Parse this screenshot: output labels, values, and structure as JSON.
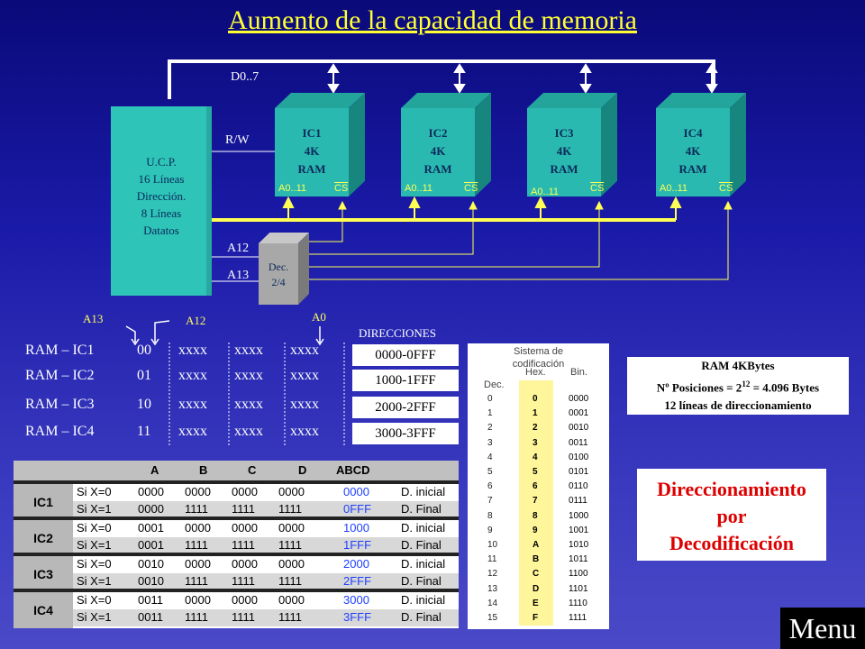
{
  "title": "Aumento  de la capacidad de memoria",
  "bus": {
    "data": "D0..7",
    "rw": "R/W",
    "a12": "A12",
    "a13": "A13"
  },
  "cpu": {
    "lines": [
      "U.C.P.",
      "16 Líneas",
      "Dirección.",
      "8 Líneas",
      "Datatos"
    ]
  },
  "rams": [
    {
      "id": "IC1",
      "size": "4K",
      "type": "RAM",
      "addr": "A0..11",
      "cs": "CS"
    },
    {
      "id": "IC2",
      "size": "4K",
      "type": "RAM",
      "addr": "A0..11",
      "cs": "CS"
    },
    {
      "id": "IC3",
      "size": "4K",
      "type": "RAM",
      "addr": "A0..11",
      "cs": "CS"
    },
    {
      "id": "IC4",
      "size": "4K",
      "type": "RAM",
      "addr": "A0..11",
      "cs": "CS"
    }
  ],
  "decoder": {
    "line1": "Dec.",
    "line2": "2/4"
  },
  "addr_labels": {
    "a13": "A13",
    "a12": "A12",
    "a0": "A0",
    "direcciones": "DIRECCIONES"
  },
  "addr_rows": [
    {
      "name": "RAM – IC1",
      "bits": "00",
      "x1": "xxxx",
      "x2": "xxxx",
      "x3": "xxxx",
      "range": "0000-0FFF"
    },
    {
      "name": "RAM – IC2",
      "bits": "01",
      "x1": "xxxx",
      "x2": "xxxx",
      "x3": "xxxx",
      "range": "1000-1FFF"
    },
    {
      "name": "RAM – IC3",
      "bits": "10",
      "x1": "xxxx",
      "x2": "xxxx",
      "x3": "xxxx",
      "range": "2000-2FFF"
    },
    {
      "name": "RAM – IC4",
      "bits": "11",
      "x1": "xxxx",
      "x2": "xxxx",
      "x3": "xxxx",
      "range": "3000-3FFF"
    }
  ],
  "sistema": {
    "title1": "Sistema de",
    "title2": "codificación",
    "cols": [
      "Dec.",
      "Hex.",
      "Bin."
    ],
    "rows": [
      [
        "0",
        "0",
        "0000"
      ],
      [
        "1",
        "1",
        "0001"
      ],
      [
        "2",
        "2",
        "0010"
      ],
      [
        "3",
        "3",
        "0011"
      ],
      [
        "4",
        "4",
        "0100"
      ],
      [
        "5",
        "5",
        "0101"
      ],
      [
        "6",
        "6",
        "0110"
      ],
      [
        "7",
        "7",
        "0111"
      ],
      [
        "8",
        "8",
        "1000"
      ],
      [
        "9",
        "9",
        "1001"
      ],
      [
        "10",
        "A",
        "1010"
      ],
      [
        "11",
        "B",
        "1011"
      ],
      [
        "12",
        "C",
        "1100"
      ],
      [
        "13",
        "D",
        "1101"
      ],
      [
        "14",
        "E",
        "1110"
      ],
      [
        "15",
        "F",
        "1111"
      ]
    ]
  },
  "info": {
    "line1": "RAM 4KBytes",
    "line2_pre": "Nº Posiciones = 2",
    "line2_sup": "12",
    "line2_post": " = 4.096 Bytes",
    "line3": "12 líneas de direccionamiento"
  },
  "red_box": {
    "line1": "Direccionamiento",
    "line2": "por",
    "line3": "Decodificación"
  },
  "menu": "Menu",
  "code_table": {
    "headers": [
      "A",
      "B",
      "C",
      "D",
      "ABCD"
    ],
    "groups": [
      {
        "name": "IC1",
        "rows": [
          {
            "sel": "Si X=0",
            "a": "0000",
            "b": "0000",
            "c": "0000",
            "d": "0000",
            "abcd": "0000",
            "desc": "D. inicial"
          },
          {
            "sel": "Si X=1",
            "a": "0000",
            "b": "1111",
            "c": "1111",
            "d": "1111",
            "abcd": "0FFF",
            "desc": "D. Final"
          }
        ]
      },
      {
        "name": "IC2",
        "rows": [
          {
            "sel": "Si X=0",
            "a": "0001",
            "b": "0000",
            "c": "0000",
            "d": "0000",
            "abcd": "1000",
            "desc": "D. inicial"
          },
          {
            "sel": "Si X=1",
            "a": "0001",
            "b": "1111",
            "c": "1111",
            "d": "1111",
            "abcd": "1FFF",
            "desc": "D. Final"
          }
        ]
      },
      {
        "name": "IC3",
        "rows": [
          {
            "sel": "Si X=0",
            "a": "0010",
            "b": "0000",
            "c": "0000",
            "d": "0000",
            "abcd": "2000",
            "desc": "D. inicial"
          },
          {
            "sel": "Si X=1",
            "a": "0010",
            "b": "1111",
            "c": "1111",
            "d": "1111",
            "abcd": "2FFF",
            "desc": "D. Final"
          }
        ]
      },
      {
        "name": "IC4",
        "rows": [
          {
            "sel": "Si X=0",
            "a": "0011",
            "b": "0000",
            "c": "0000",
            "d": "0000",
            "abcd": "3000",
            "desc": "D. inicial"
          },
          {
            "sel": "Si X=1",
            "a": "0011",
            "b": "1111",
            "c": "1111",
            "d": "1111",
            "abcd": "3FFF",
            "desc": "D. Final"
          }
        ]
      }
    ]
  }
}
